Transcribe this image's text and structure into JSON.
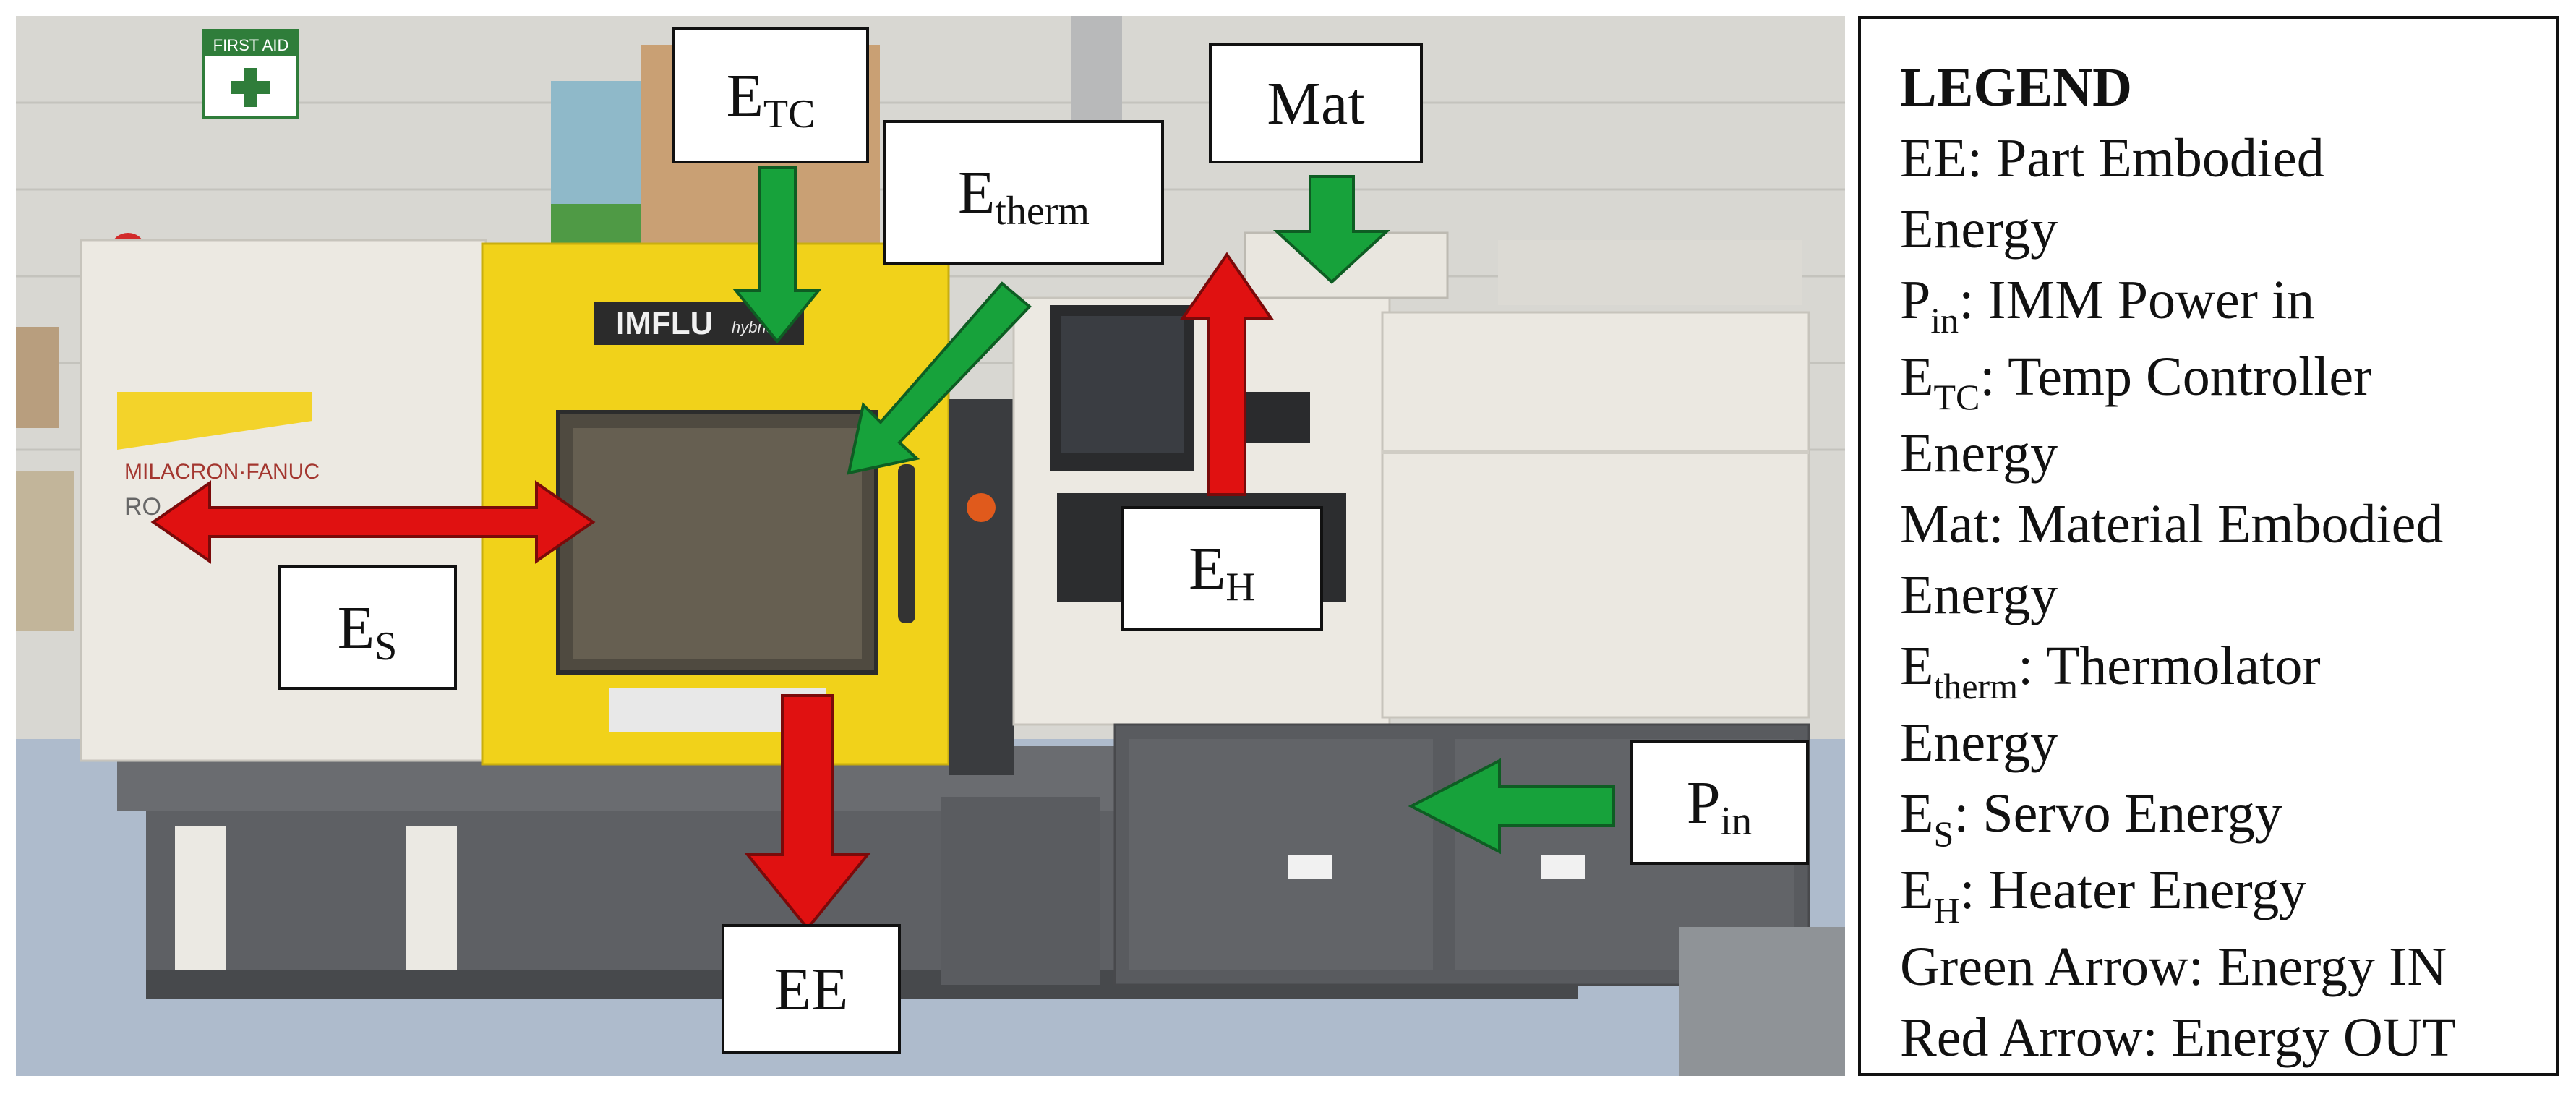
{
  "labels": {
    "etc": {
      "main": "E",
      "sub": "TC"
    },
    "etherm": {
      "main": "E",
      "sub": "therm"
    },
    "mat": {
      "main": "Mat"
    },
    "es": {
      "main": "E",
      "sub": "S"
    },
    "eh": {
      "main": "E",
      "sub": "H"
    },
    "pin": {
      "main": "P",
      "sub": "in"
    },
    "ee": {
      "main": "EE"
    }
  },
  "photo_text": {
    "first_aid": "FIRST AID",
    "brand_top": "IMFLU",
    "brand_top_suffix": "hybrid",
    "brand_side": "MILACRON·FANUC",
    "brand_side2": "RO"
  },
  "legend": {
    "title": "LEGEND",
    "rows": [
      {
        "main": "EE: Part Embodied"
      },
      {
        "main": "Energy"
      },
      {
        "pre": "P",
        "sub": "in",
        "post": ": IMM Power in"
      },
      {
        "pre": "E",
        "sub": "TC",
        "post": ": Temp Controller"
      },
      {
        "main": "Energy"
      },
      {
        "main": "Mat: Material Embodied"
      },
      {
        "main": "Energy"
      },
      {
        "pre": "E",
        "sub": "therm",
        "post": ": Thermolator"
      },
      {
        "main": "Energy"
      },
      {
        "pre": "E",
        "sub": "S",
        "post": ": Servo Energy"
      },
      {
        "pre": "E",
        "sub": "H",
        "post": ": Heater Energy"
      },
      {
        "main": "Green Arrow: Energy IN"
      },
      {
        "main": "Red Arrow: Energy OUT"
      }
    ]
  },
  "colors": {
    "green_arrow": "#17a23b",
    "red_arrow": "#e01111",
    "machine_yellow": "#f1d21a",
    "machine_white": "#ece9e2",
    "machine_grey": "#55575a"
  }
}
